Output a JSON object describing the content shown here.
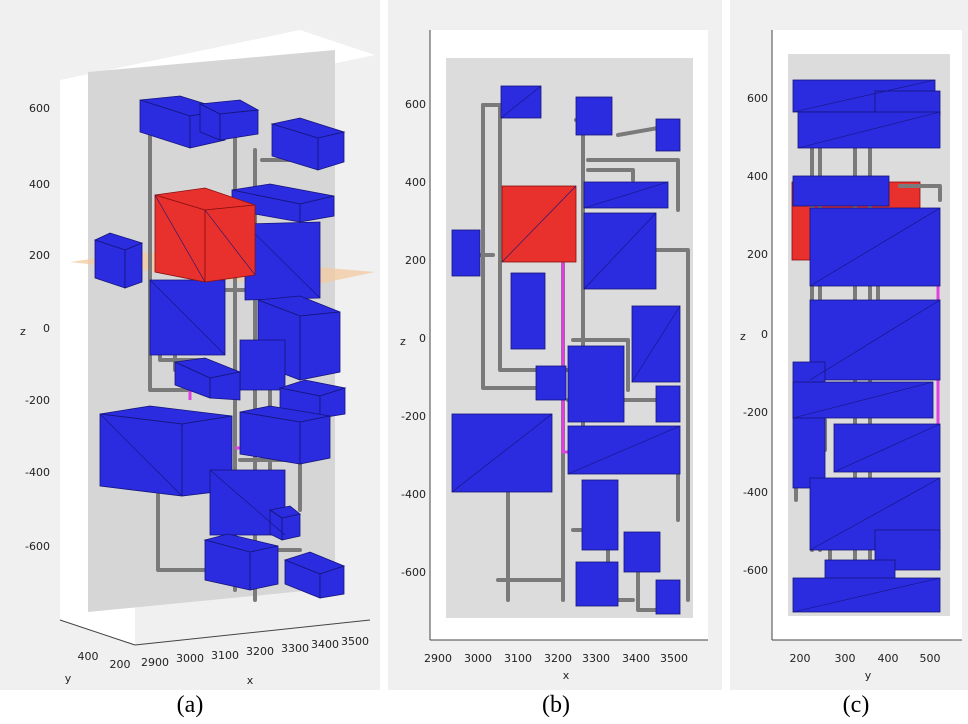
{
  "captions": {
    "a": "(a)",
    "b": "(b)",
    "c": "(c)"
  },
  "axes": {
    "a": {
      "xlabel": "x",
      "ylabel": "y",
      "zlabel": "z",
      "z_ticks": [
        "600",
        "400",
        "200",
        "0",
        "-200",
        "-400",
        "-600"
      ],
      "x_ticks": [
        "2900",
        "3000",
        "3100",
        "3200",
        "3300",
        "3400",
        "3500"
      ],
      "y_ticks": [
        "400",
        "200"
      ]
    },
    "b": {
      "xlabel": "x",
      "zlabel": "z",
      "z_ticks": [
        "600",
        "400",
        "200",
        "0",
        "-200",
        "-400",
        "-600"
      ],
      "x_ticks": [
        "2900",
        "3000",
        "3100",
        "3200",
        "3300",
        "3400",
        "3500"
      ]
    },
    "c": {
      "xlabel": "y",
      "zlabel": "z",
      "z_ticks": [
        "600",
        "400",
        "200",
        "0",
        "-200",
        "-400",
        "-600"
      ],
      "y_ticks": [
        "200",
        "300",
        "400",
        "500"
      ]
    }
  },
  "colors": {
    "component": "#2b2be0",
    "highlighted_component": "#e8302c",
    "pipe": "#7a7a7a",
    "highlight_pipe": "#e040e0",
    "plot_background": "#dcdcdc",
    "section_plane": "#f3c9a0"
  }
}
